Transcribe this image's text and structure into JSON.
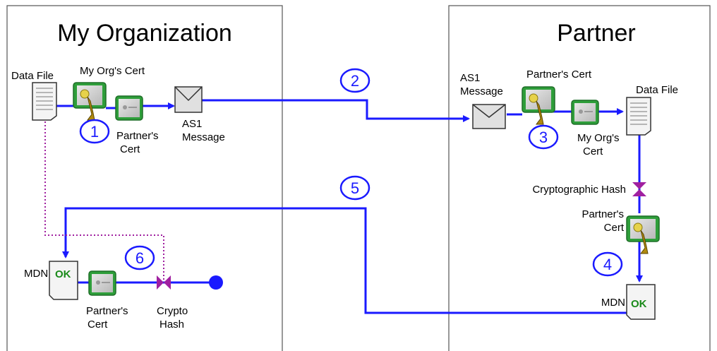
{
  "organization": {
    "title": "My Organization",
    "data_file": "Data File",
    "my_cert": "My Org's Cert",
    "partner_cert_line1": "Partner's",
    "partner_cert_line2": "Cert",
    "as1_line1": "AS1",
    "as1_line2": "Message",
    "mdn": "MDN",
    "mdn_ok": "OK",
    "partner_cert2_line1": "Partner's",
    "partner_cert2_line2": "Cert",
    "crypto_line1": "Crypto",
    "crypto_line2": "Hash"
  },
  "partner": {
    "title": "Partner",
    "as1_line1": "AS1",
    "as1_line2": "Message",
    "partner_cert": "Partner's Cert",
    "data_file": "Data File",
    "my_org_cert_line1": "My Org's",
    "my_org_cert_line2": "Cert",
    "crypto_hash": "Cryptographic Hash",
    "partner_cert2_line1": "Partner's",
    "partner_cert2_line2": "Cert",
    "mdn": "MDN",
    "mdn_ok": "OK"
  },
  "steps": [
    "1",
    "2",
    "3",
    "4",
    "5",
    "6"
  ],
  "colors": {
    "flow": "#1a1aff",
    "hash_link": "#a020a0",
    "ok_text": "#1a8a1a",
    "cert_green": "#2e9e3a",
    "key_gold": "#b08a10"
  }
}
